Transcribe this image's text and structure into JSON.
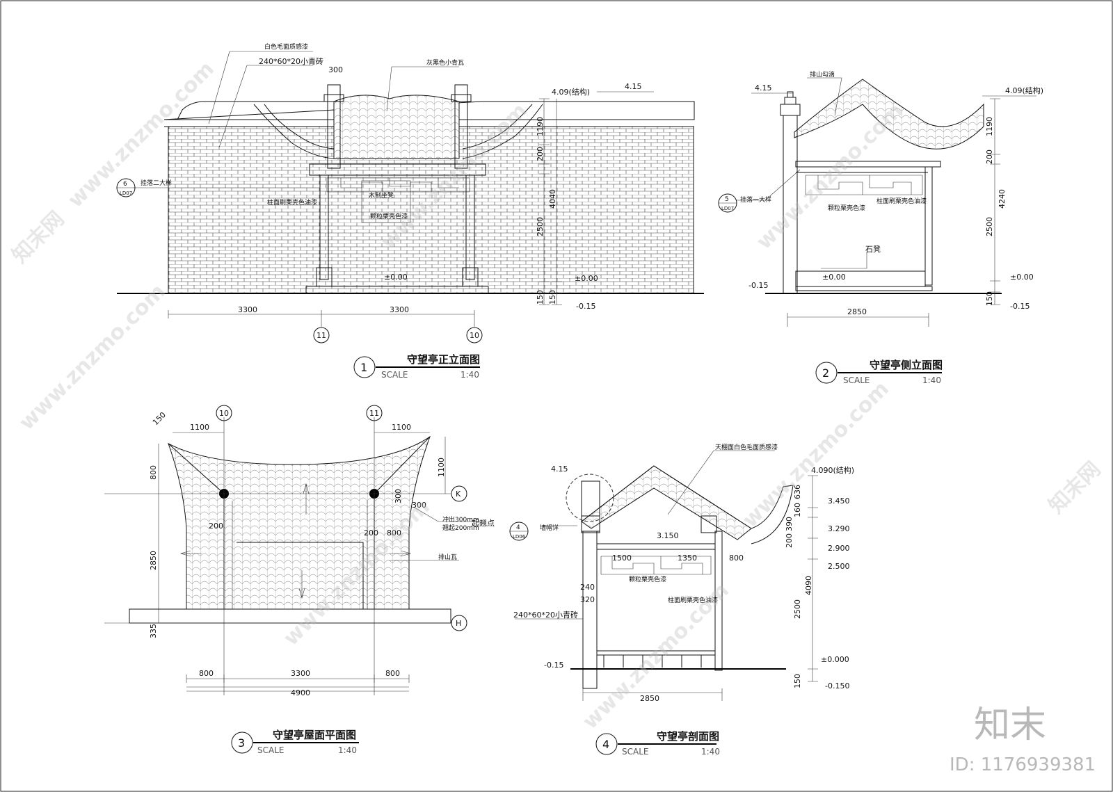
{
  "front_elevation": {
    "title": "守望亭正立面图",
    "number": "1",
    "scale_label": "SCALE",
    "scale": "1:40",
    "annotations": [
      "白色毛面质感漆",
      "240*60*20小青砖",
      "灰黑色小青瓦",
      "挂落二大样",
      "柱面刷栗壳色油漆",
      "木制坐凳",
      "颗粒栗壳色漆"
    ],
    "dims": [
      "300",
      "4.09(结构)",
      "4.15",
      "1190",
      "200",
      "4040",
      "2500",
      "150",
      "150",
      "±0.00",
      "±0.00",
      "-0.15",
      "3300",
      "3300"
    ],
    "axes": [
      "11",
      "10"
    ],
    "callout": {
      "num": "6",
      "sheet": "LD07"
    }
  },
  "side_elevation": {
    "title": "守望亭侧立面图",
    "number": "2",
    "scale_label": "SCALE",
    "scale": "1:40",
    "annotations": [
      "排山勾滴",
      "挂落一大样",
      "颗粒栗壳色漆",
      "柱面刷栗壳色油漆",
      "石凳"
    ],
    "dims": [
      "4.15",
      "4.09(结构)",
      "1190",
      "200",
      "4240",
      "2500",
      "150",
      "-0.15",
      "±0.00",
      "±0.00",
      "-0.15",
      "2850"
    ],
    "callout": {
      "num": "5",
      "sheet": "LD07"
    }
  },
  "roof_plan": {
    "title": "守望亭屋面平面图",
    "number": "3",
    "scale_label": "SCALE",
    "scale": "1:40",
    "annotations": [
      "冲出300mm",
      "翘起200mm",
      "起翘点",
      "排山瓦"
    ],
    "dims": [
      "150",
      "1100",
      "1100",
      "1100",
      "800",
      "2850",
      "200",
      "300",
      "300",
      "200",
      "800",
      "335",
      "800",
      "3300",
      "800",
      "4900"
    ],
    "axes": [
      "10",
      "11",
      "K",
      "H"
    ]
  },
  "section": {
    "title": "守望亭剖面图",
    "number": "4",
    "scale_label": "SCALE",
    "scale": "1:40",
    "annotations": [
      "天棚面白色毛面质感漆",
      "墙帽详",
      "颗粒栗壳色漆",
      "柱面刷栗壳色油漆",
      "240*60*20小青砖"
    ],
    "dims": [
      "4.15",
      "4.090(结构)",
      "3.450",
      "3.290",
      "2.900",
      "2.500",
      "636",
      "160",
      "390",
      "200",
      "4090",
      "2500",
      "150",
      "±0.000",
      "-0.150",
      "-0.15",
      "3.150",
      "1500",
      "1350",
      "800",
      "240",
      "320",
      "2850"
    ],
    "callout": {
      "num": "4",
      "sheet": "LD06"
    }
  },
  "watermark": {
    "site": "www.znzmo.com",
    "brand_cn": "知末网",
    "brand": "知末",
    "id": "ID: 1176939381"
  }
}
